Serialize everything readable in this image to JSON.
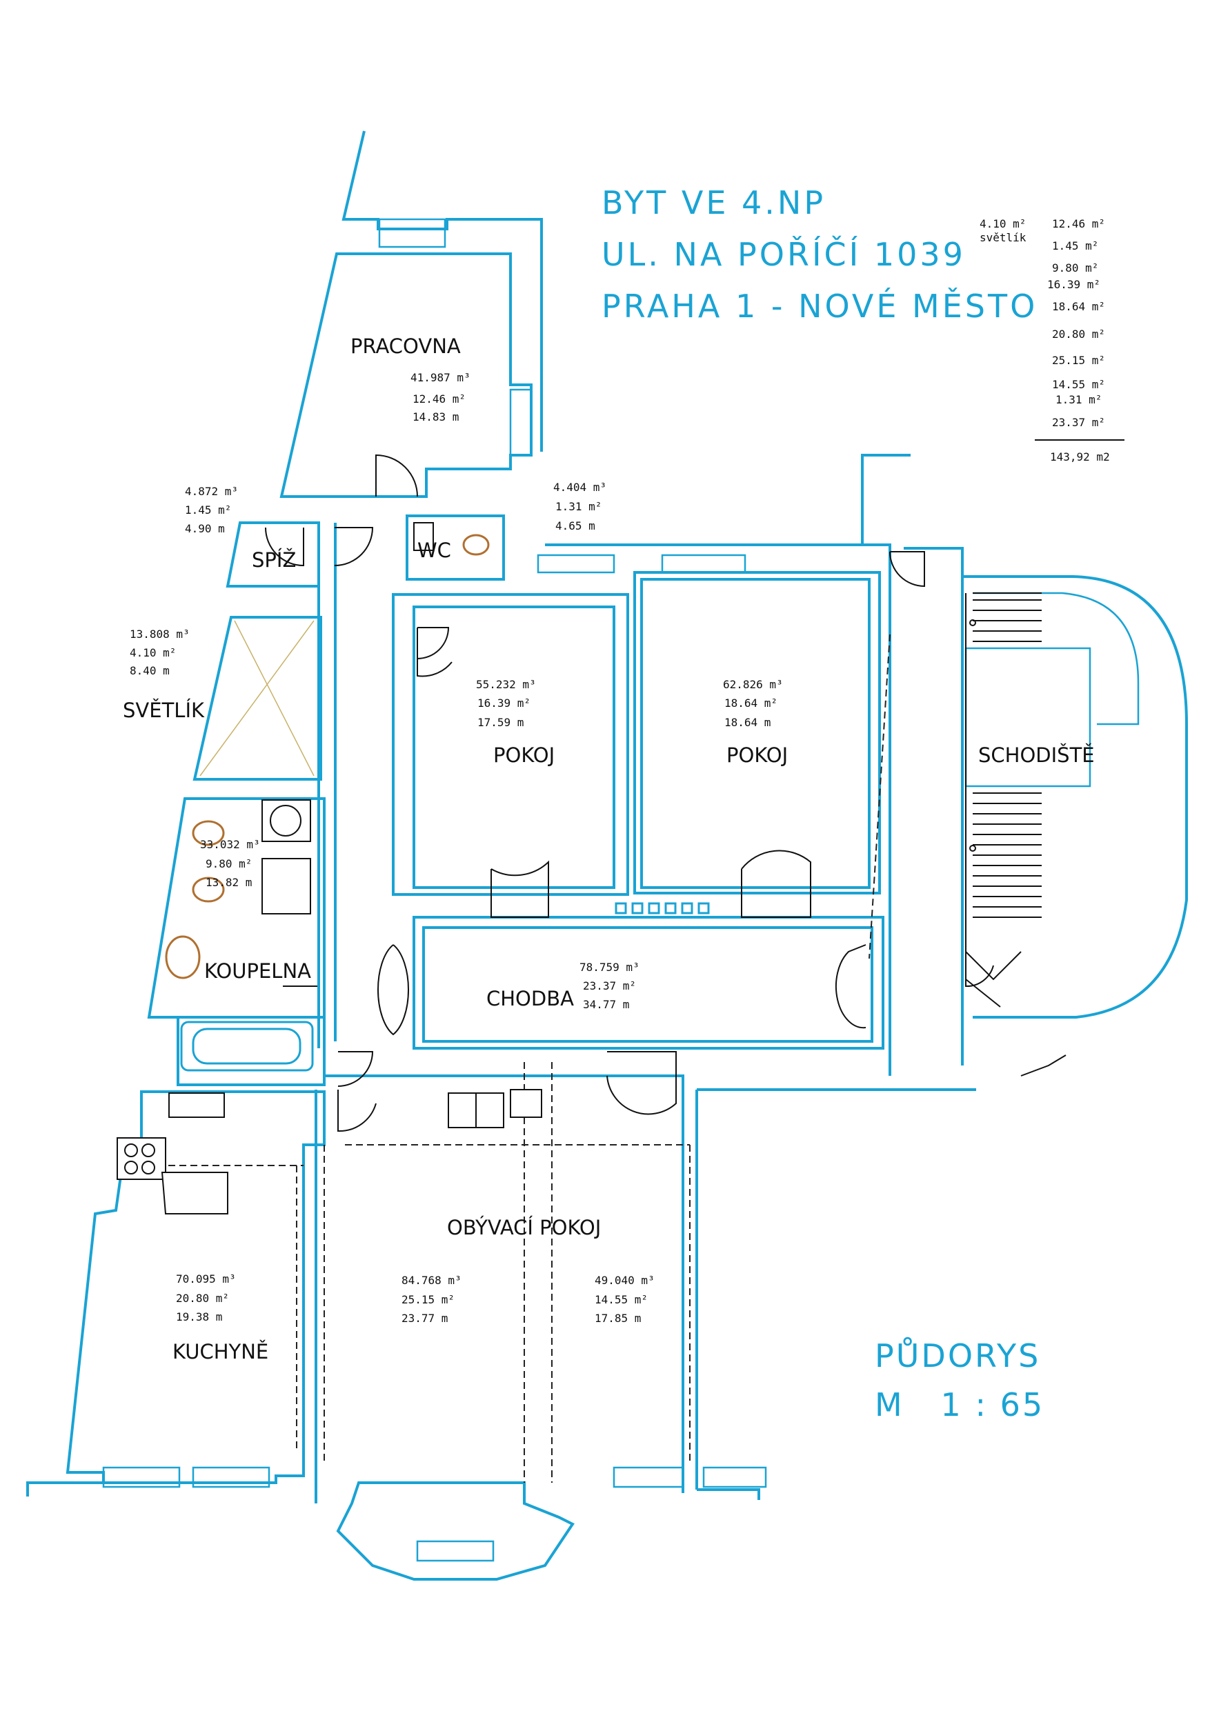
{
  "header": {
    "line1": "BYT VE 4.NP",
    "line2": "UL. NA POŘÍČÍ 1039",
    "line3": "PRAHA 1 - NOVÉ MĚSTO"
  },
  "footer": {
    "label": "PŮDORYS",
    "scale": "M   1 : 65"
  },
  "area_table": {
    "skylight_value": "4.10 m²",
    "skylight_label": "světlík",
    "values": [
      "12.46 m²",
      "1.45 m²",
      "9.80 m²",
      "16.39 m²",
      "18.64 m²",
      "20.80 m²",
      "25.15 m²",
      "14.55 m²",
      "1.31 m²",
      "23.37 m²"
    ],
    "total": "143,92 m2"
  },
  "rooms": {
    "pracovna": {
      "name": "PRACOVNA",
      "volume": "41.987 m³",
      "area": "12.46 m²",
      "perimeter": "14.83 m"
    },
    "spiz": {
      "name": "SPÍŽ",
      "volume": "4.872 m³",
      "area": "1.45 m²",
      "perimeter": "4.90 m"
    },
    "wc": {
      "name": "WC",
      "volume": "4.404 m³",
      "area": "1.31 m²",
      "perimeter": "4.65 m"
    },
    "svetlik": {
      "name": "SVĚTLÍK",
      "volume": "13.808 m³",
      "area": "4.10 m²",
      "perimeter": "8.40 m"
    },
    "pokoj1": {
      "name": "POKOJ",
      "volume": "55.232 m³",
      "area": "16.39 m²",
      "perimeter": "17.59 m"
    },
    "pokoj2": {
      "name": "POKOJ",
      "volume": "62.826 m³",
      "area": "18.64 m²",
      "perimeter": "18.64 m"
    },
    "schodiste": {
      "name": "SCHODIŠTĚ"
    },
    "koupelna": {
      "name": "KOUPELNA",
      "volume": "33.032 m³",
      "area": "9.80 m²",
      "perimeter": "13.82 m"
    },
    "chodba": {
      "name": "CHODBA",
      "volume": "78.759 m³",
      "area": "23.37 m²",
      "perimeter": "34.77 m"
    },
    "kuchyne": {
      "name": "KUCHYNĚ",
      "volume": "70.095 m³",
      "area": "20.80 m²",
      "perimeter": "19.38 m"
    },
    "obyvaci": {
      "name": "OBÝVACÍ POKOJ",
      "volume": "84.768 m³",
      "area": "25.15 m²",
      "perimeter": "23.77 m"
    },
    "obyvaci2": {
      "volume": "49.040 m³",
      "area": "14.55 m²",
      "perimeter": "17.85 m"
    }
  },
  "colors": {
    "walls": "#1aa3d4",
    "text": "#111111",
    "fixtures_accent": "#b07030"
  }
}
